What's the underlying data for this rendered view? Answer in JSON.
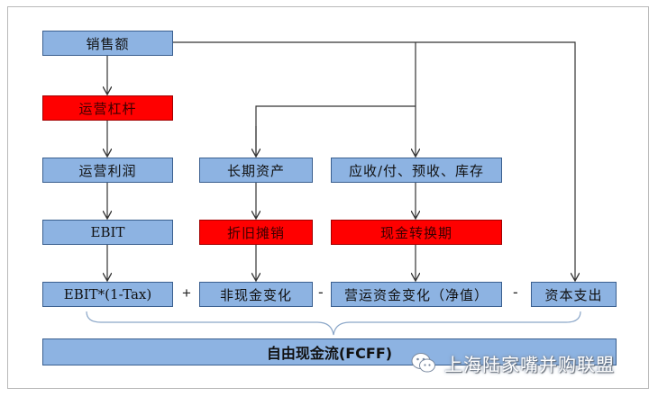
{
  "boxes": {
    "sales": "销售额",
    "operating_leverage": "运营杠杆",
    "operating_profit": "运营利润",
    "ebit": "EBIT",
    "ebit_after_tax": "EBIT*(1-Tax)",
    "long_term_assets": "长期资产",
    "depreciation_amortization": "折旧摊销",
    "receivables_payables_inventory": "应收/付、预收、库存",
    "cash_conversion_cycle": "现金转换期",
    "non_cash_change": "非现金变化",
    "working_capital_change": "营运资金变化（净值）",
    "capex": "资本支出",
    "fcff": "自由现金流(FCFF)"
  },
  "operators": {
    "plus": "+",
    "minus_1": "-",
    "minus_2": "-"
  },
  "watermark": {
    "text": "上海陆家嘴并购联盟",
    "icon": "wechat-icon"
  },
  "colors": {
    "blue_box": "#8db3e2",
    "red_box": "#ff0000",
    "line": "#333333"
  }
}
